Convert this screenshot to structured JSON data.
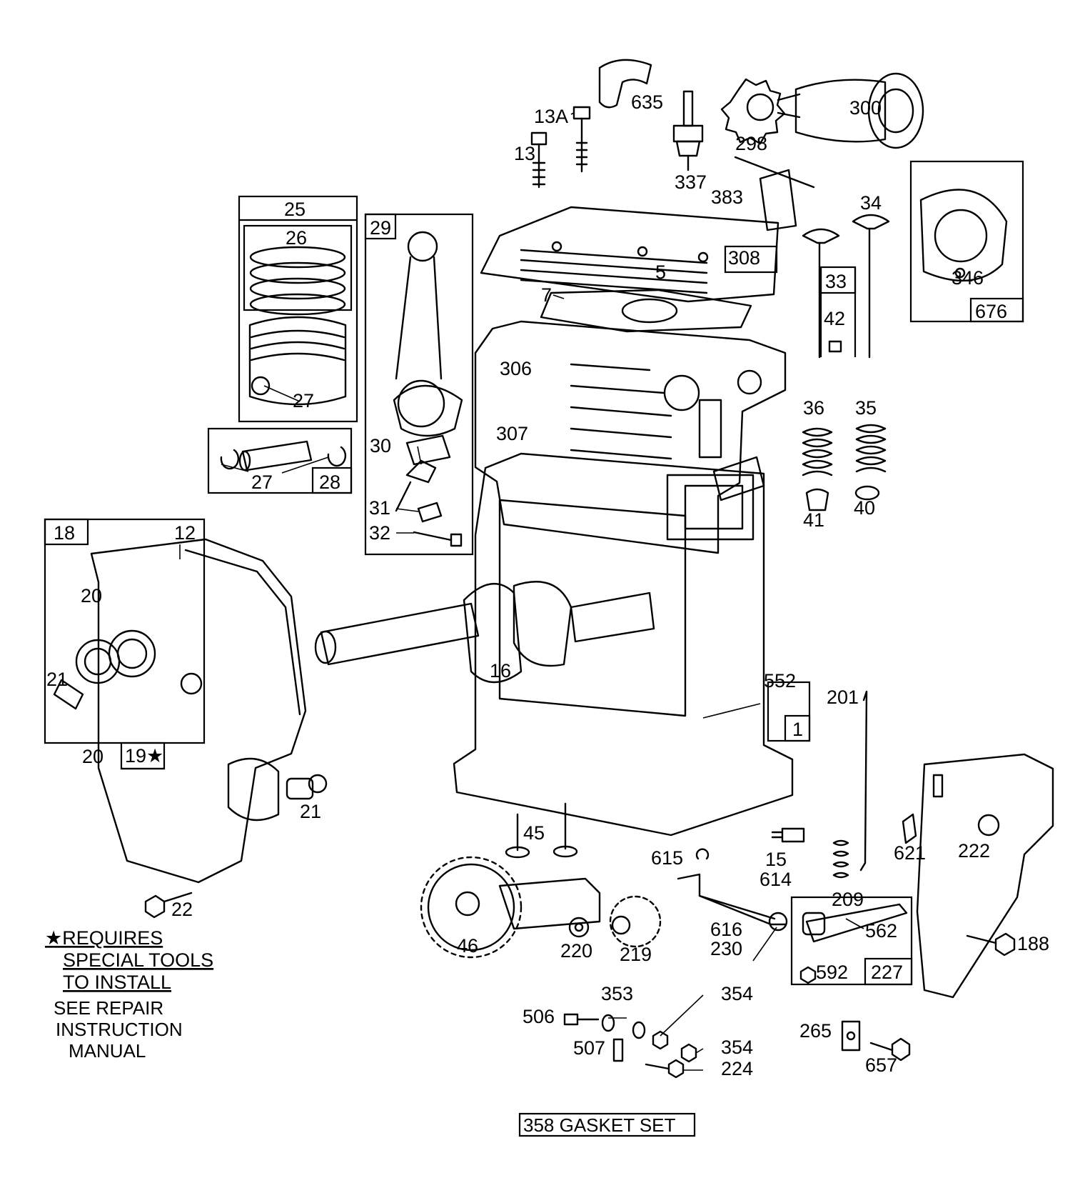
{
  "part_numbers": {
    "p13": "13",
    "p13a": "13A",
    "p635": "635",
    "p337": "337",
    "p300": "300",
    "p298": "298",
    "p383": "383",
    "p25": "25",
    "p26": "26",
    "p27a": "27",
    "p27b": "27",
    "p28": "28",
    "p29": "29",
    "p30": "30",
    "p31": "31",
    "p32": "32",
    "p5": "5",
    "p308": "308",
    "p7": "7",
    "p306": "306",
    "p307": "307",
    "p34": "34",
    "p33": "33",
    "p42": "42",
    "p346": "346",
    "p676": "676",
    "p36": "36",
    "p35": "35",
    "p41": "41",
    "p40": "40",
    "p18": "18",
    "p12": "12",
    "p20a": "20",
    "p20b": "20",
    "p21a": "21",
    "p21b": "21",
    "p19": "19★",
    "p22": "22",
    "p16": "16",
    "p552": "552",
    "p1": "1",
    "p201": "201",
    "p45": "45",
    "p46": "46",
    "p220": "220",
    "p219": "219",
    "p615": "615",
    "p614": "614",
    "p616": "616",
    "p230": "230",
    "p15": "15",
    "p209": "209",
    "p621": "621",
    "p222": "222",
    "p188": "188",
    "p562": "562",
    "p592": "592",
    "p227": "227",
    "p353": "353",
    "p354a": "354",
    "p354b": "354",
    "p506": "506",
    "p507": "507",
    "p224": "224",
    "p265": "265",
    "p657": "657"
  },
  "notes": {
    "special_tools_line1": "★REQUIRES",
    "special_tools_line2": "SPECIAL TOOLS",
    "special_tools_line3": "TO INSTALL",
    "repair_line1": "SEE REPAIR",
    "repair_line2": "INSTRUCTION",
    "repair_line3": "MANUAL"
  },
  "gasket_set": "358 GASKET SET"
}
